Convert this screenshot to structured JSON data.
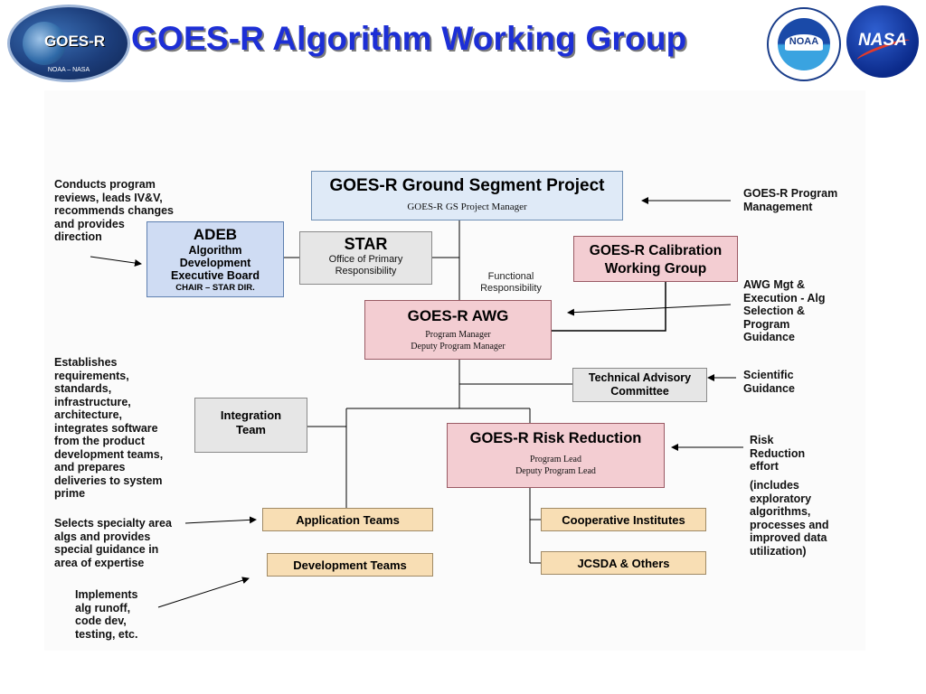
{
  "header": {
    "title": "GOES-R Algorithm Working Group",
    "logo_left_text": "GOES-R",
    "logo_left_bottom": "NOAA – NASA",
    "logo_noaa_text": "NOAA",
    "logo_nasa_text": "NASA"
  },
  "boxes": {
    "gs_project": {
      "title": "GOES-R Ground Segment Project",
      "sub": "GOES-R GS Project Manager"
    },
    "adeb": {
      "title": "ADEB",
      "line1": "Algorithm",
      "line2": "Development",
      "line3": "Executive Board",
      "line4": "CHAIR – STAR DIR."
    },
    "star": {
      "title": "STAR",
      "line1": "Office of Primary",
      "line2": "Responsibility"
    },
    "calibration": {
      "line1": "GOES-R Calibration",
      "line2": "Working Group"
    },
    "awg": {
      "title": "GOES-R AWG",
      "line1": "Program Manager",
      "line2": "Deputy Program Manager"
    },
    "tac": {
      "line1": "Technical Advisory",
      "line2": "Committee"
    },
    "integration": {
      "line1": "Integration",
      "line2": "Team"
    },
    "risk": {
      "title": "GOES-R Risk Reduction",
      "line1": "Program Lead",
      "line2": "Deputy Program Lead"
    },
    "application": {
      "title": "Application Teams"
    },
    "development": {
      "title": "Development Teams"
    },
    "cooperative": {
      "title": "Cooperative Institutes"
    },
    "jcsda": {
      "title": "JCSDA & Others"
    }
  },
  "functional": {
    "line1": "Functional",
    "line2": "Responsibility"
  },
  "notes": {
    "adeb_note": [
      "Conducts program",
      "reviews, leads IV&V,",
      "recommends changes",
      "and provides",
      "direction"
    ],
    "program_mgmt": [
      "GOES-R Program",
      "Management"
    ],
    "awg_mgt": [
      "AWG Mgt &",
      "Execution - Alg",
      "Selection &",
      "Program",
      "Guidance"
    ],
    "integration_note": [
      "Establishes",
      "requirements,",
      "standards,",
      "infrastructure,",
      "architecture,",
      "integrates software",
      "from the product",
      "development teams,",
      "and prepares",
      "deliveries to system",
      "prime"
    ],
    "scientific": [
      "Scientific",
      "Guidance"
    ],
    "risk_note": [
      "Risk",
      "Reduction",
      "effort"
    ],
    "risk_note2": [
      "(includes",
      "exploratory",
      "algorithms,",
      "processes and",
      "improved data",
      "utilization)"
    ],
    "application_note": [
      "Selects specialty area",
      "algs and provides",
      "special guidance in",
      "area of expertise"
    ],
    "development_note": [
      "Implements",
      "alg runoff,",
      "code dev,",
      "testing, etc."
    ]
  }
}
